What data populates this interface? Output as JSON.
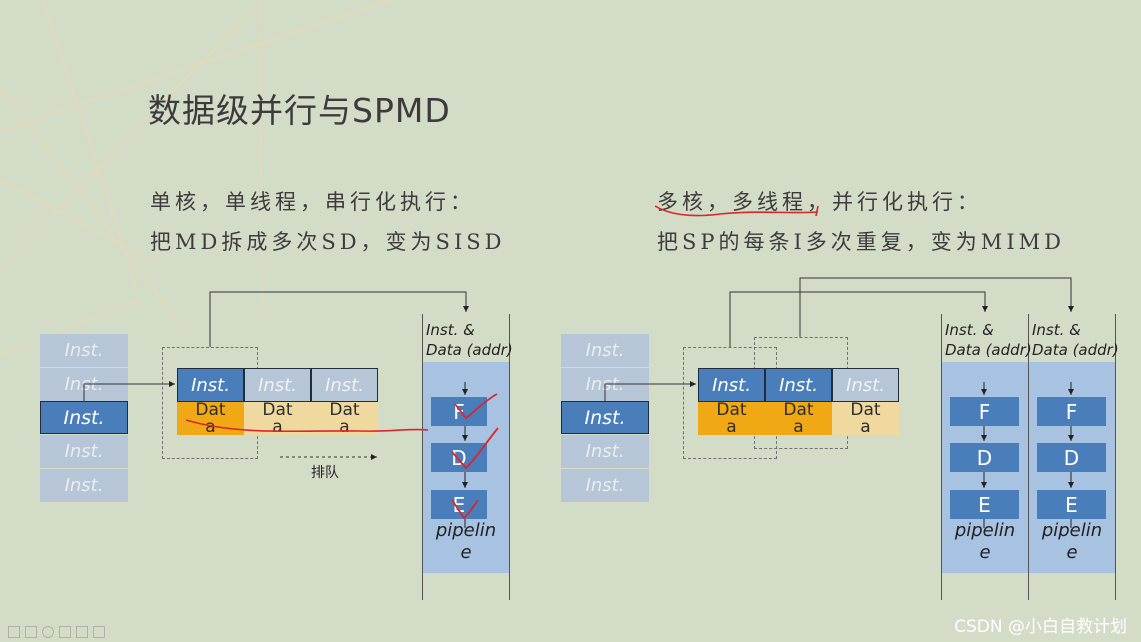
{
  "slide": {
    "title": "数据级并行与SPMD",
    "left_line1": "单核，单线程，串行化执行：",
    "left_line2": "把MD拆成多次SD，变为SISD",
    "right_line1": "多核，多线程，并行化执行：",
    "right_line2": "把SP的每条I多次重复，变为MIMD",
    "queue_label": "排队",
    "watermark": "CSDN @小白自救计划"
  },
  "diagram": {
    "inst_label": "Inst.",
    "data_top": "Dat",
    "data_bottom": "a",
    "panel_title_line1": "Inst. &",
    "panel_title_line2": "Data (addr)",
    "stages": [
      "F",
      "D",
      "E"
    ],
    "pipeline_line1": "pipelin",
    "pipeline_line2": "e"
  },
  "colors": {
    "background": "#d3dcc7",
    "inst_blue": "#4a7ebb",
    "inst_faded": "#b7c6d7",
    "data_orange": "#f0a915",
    "data_faded": "#f0d99e",
    "pipeline_panel": "#a7c3e1",
    "annotation_red": "#d9262c"
  }
}
